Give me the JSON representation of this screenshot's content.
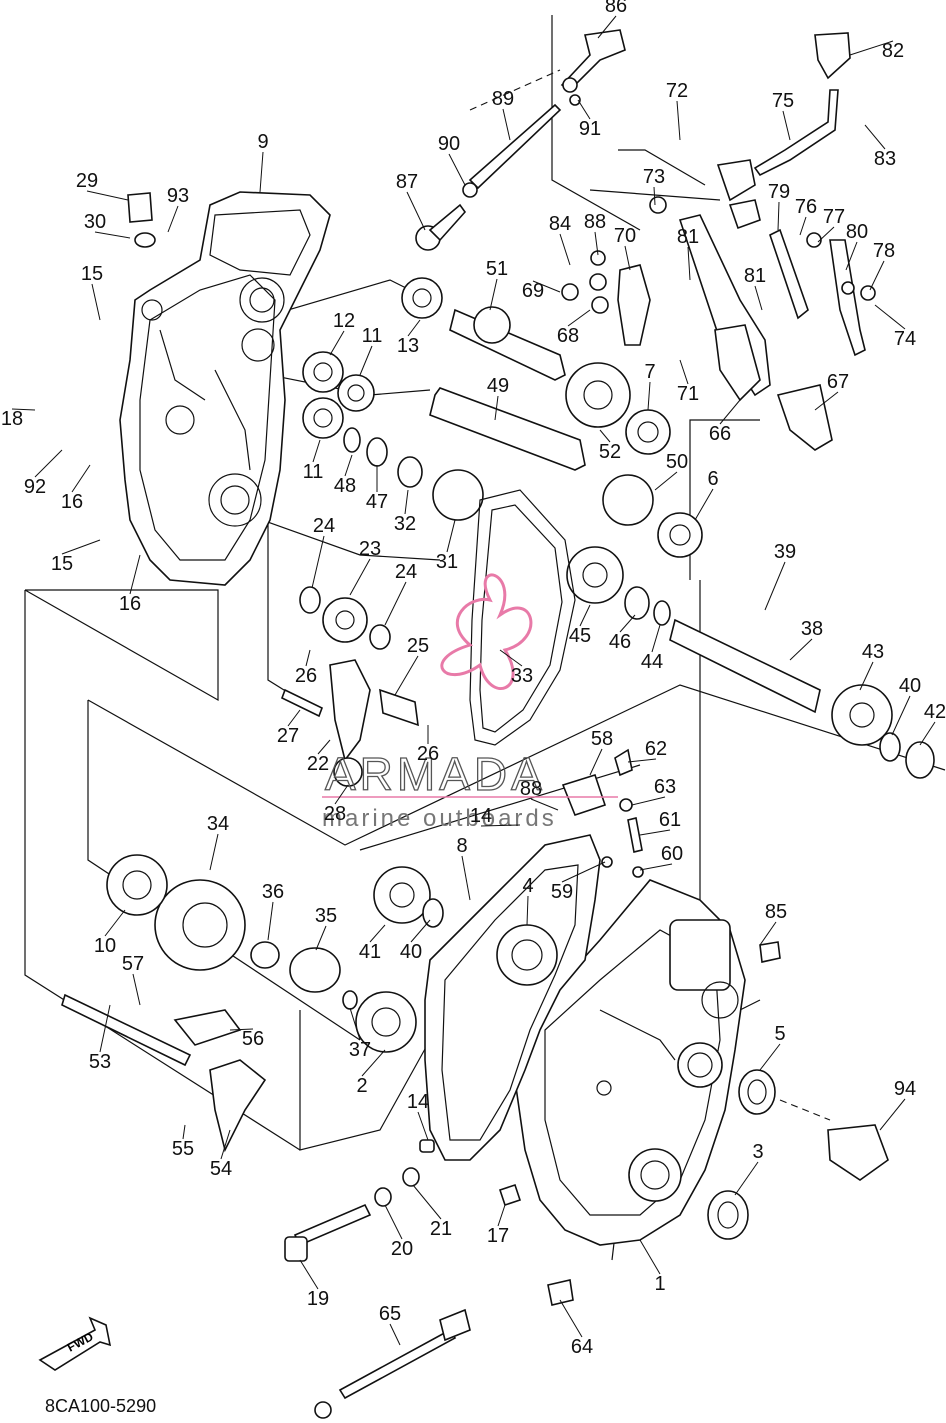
{
  "diagram": {
    "code": "8CA100-5290",
    "fwd_label": "FWD",
    "watermark": {
      "brand": "ARMADA",
      "subtitle": "marine outboards",
      "color": "#e87aa8"
    },
    "callouts": [
      {
        "n": "1"
      },
      {
        "n": "2"
      },
      {
        "n": "3"
      },
      {
        "n": "4"
      },
      {
        "n": "5"
      },
      {
        "n": "6"
      },
      {
        "n": "7"
      },
      {
        "n": "8"
      },
      {
        "n": "9"
      },
      {
        "n": "10"
      },
      {
        "n": "11"
      },
      {
        "n": "11"
      },
      {
        "n": "12"
      },
      {
        "n": "13"
      },
      {
        "n": "14"
      },
      {
        "n": "14"
      },
      {
        "n": "15"
      },
      {
        "n": "15"
      },
      {
        "n": "16"
      },
      {
        "n": "16"
      },
      {
        "n": "17"
      },
      {
        "n": "18"
      },
      {
        "n": "19"
      },
      {
        "n": "20"
      },
      {
        "n": "21"
      },
      {
        "n": "22"
      },
      {
        "n": "23"
      },
      {
        "n": "24"
      },
      {
        "n": "24"
      },
      {
        "n": "25"
      },
      {
        "n": "26"
      },
      {
        "n": "26"
      },
      {
        "n": "27"
      },
      {
        "n": "28"
      },
      {
        "n": "29"
      },
      {
        "n": "30"
      },
      {
        "n": "31"
      },
      {
        "n": "32"
      },
      {
        "n": "33"
      },
      {
        "n": "34"
      },
      {
        "n": "35"
      },
      {
        "n": "36"
      },
      {
        "n": "37"
      },
      {
        "n": "38"
      },
      {
        "n": "39"
      },
      {
        "n": "40"
      },
      {
        "n": "40"
      },
      {
        "n": "41"
      },
      {
        "n": "42"
      },
      {
        "n": "43"
      },
      {
        "n": "44"
      },
      {
        "n": "45"
      },
      {
        "n": "46"
      },
      {
        "n": "47"
      },
      {
        "n": "48"
      },
      {
        "n": "49"
      },
      {
        "n": "50"
      },
      {
        "n": "51"
      },
      {
        "n": "52"
      },
      {
        "n": "53"
      },
      {
        "n": "54"
      },
      {
        "n": "55"
      },
      {
        "n": "56"
      },
      {
        "n": "57"
      },
      {
        "n": "58"
      },
      {
        "n": "59"
      },
      {
        "n": "60"
      },
      {
        "n": "61"
      },
      {
        "n": "62"
      },
      {
        "n": "63"
      },
      {
        "n": "64"
      },
      {
        "n": "65"
      },
      {
        "n": "66"
      },
      {
        "n": "67"
      },
      {
        "n": "68"
      },
      {
        "n": "69"
      },
      {
        "n": "70"
      },
      {
        "n": "71"
      },
      {
        "n": "72"
      },
      {
        "n": "73"
      },
      {
        "n": "74"
      },
      {
        "n": "75"
      },
      {
        "n": "76"
      },
      {
        "n": "77"
      },
      {
        "n": "78"
      },
      {
        "n": "79"
      },
      {
        "n": "80"
      },
      {
        "n": "81"
      },
      {
        "n": "81"
      },
      {
        "n": "82"
      },
      {
        "n": "83"
      },
      {
        "n": "84"
      },
      {
        "n": "85"
      },
      {
        "n": "86"
      },
      {
        "n": "87"
      },
      {
        "n": "88"
      },
      {
        "n": "88"
      },
      {
        "n": "89"
      },
      {
        "n": "90"
      },
      {
        "n": "91"
      },
      {
        "n": "92"
      },
      {
        "n": "93"
      },
      {
        "n": "94"
      }
    ]
  }
}
